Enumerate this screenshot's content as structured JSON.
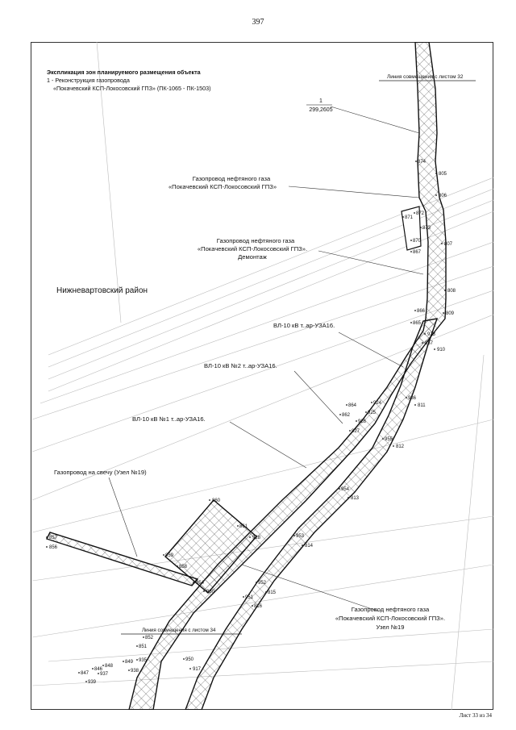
{
  "page_number": "397",
  "sheet_footer": "Лист 33 из 34",
  "legend": {
    "title": "Экспликация зон планируемого размещения объекта",
    "item_line1": "1 - Реконструкция газопровода",
    "item_line2": "«Покачевский КСП-Локосовский ГПЗ» (ПК-1065 - ПК-1503)"
  },
  "zone_callout": {
    "number": "1",
    "area": "299,2605"
  },
  "labels": {
    "match_line_top": "Линия совмещения с листом 32",
    "match_line_bottom": "Линия совмещения с листом 34",
    "district": "Нижневартовский район",
    "pipeline_a_line1": "Газопровод нефтяного газа",
    "pipeline_a_line2": "«Покачевский КСП-Локосовский ГПЗ»",
    "pipeline_b_line1": "Газопровод нефтяного газа",
    "pipeline_b_line2": "«Покачевский КСП-Локосовский ГПЗ».",
    "pipeline_b_line3": "Демонтаж",
    "vl_uza16": "ВЛ-10 кВ т..ар-УЗА16.",
    "vl_no2": "ВЛ-10 кВ №2 т..ар-УЗА16.",
    "vl_no1": "ВЛ-10 кВ №1 т..ар-УЗА16.",
    "flare_pipeline": "Газопровод на свечу (Узел №19)",
    "pipeline_node_line1": "Газопровод нефтяного газа",
    "pipeline_node_line2": "«Покачевский КСП-Локосовский ГПЗ».",
    "pipeline_node_line3": "Узел №19"
  },
  "points": [
    "874",
    "805",
    "806",
    "872",
    "871",
    "873",
    "870",
    "867",
    "807",
    "808",
    "809",
    "866",
    "865",
    "923",
    "857",
    "910",
    "811",
    "936",
    "864",
    "924",
    "862",
    "925",
    "926",
    "927",
    "955",
    "812",
    "954",
    "813",
    "860",
    "861",
    "928",
    "953",
    "814",
    "857",
    "856",
    "859",
    "858",
    "854",
    "930",
    "952",
    "815",
    "951",
    "816",
    "852",
    "851",
    "950",
    "917",
    "848",
    "935",
    "849",
    "846",
    "937",
    "847",
    "938",
    "939"
  ]
}
